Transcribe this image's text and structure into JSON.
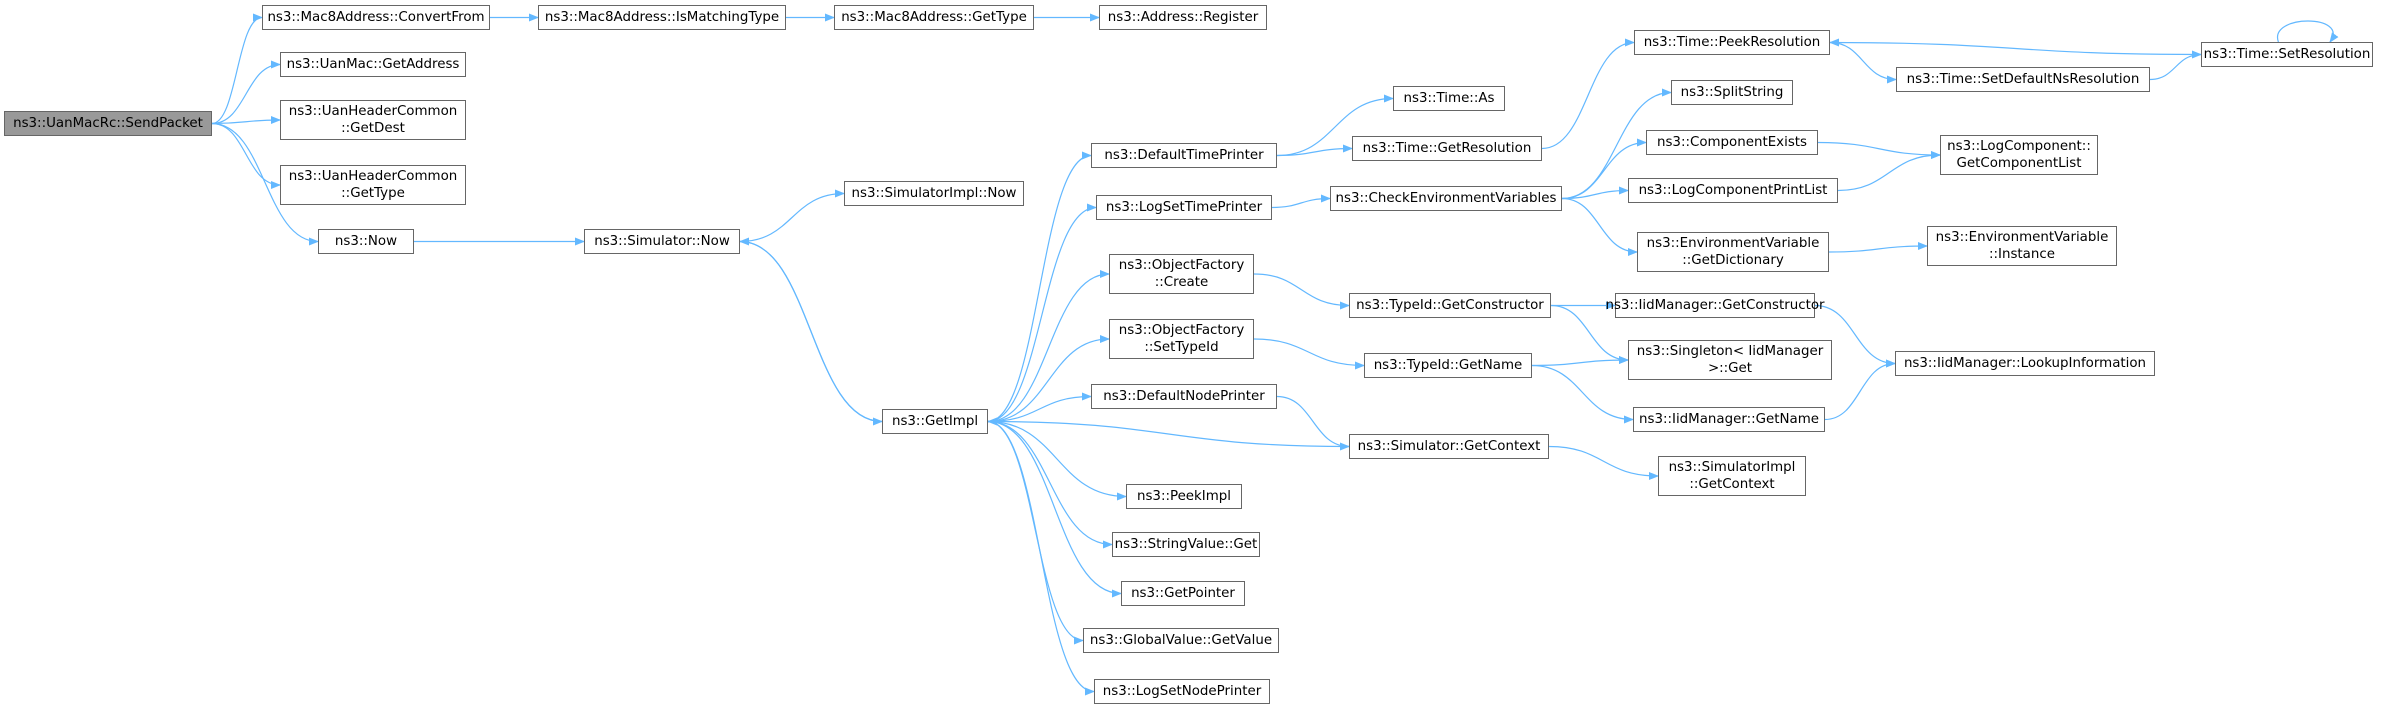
{
  "diagram": {
    "type": "call-graph",
    "root": "UanMacRc_SendPacket",
    "colors": {
      "edge": "#63b8ff",
      "root_fill": "#999999",
      "node_border": "#666666",
      "node_fill": "#ffffff"
    },
    "nodes": [
      {
        "id": "UanMacRc_SendPacket",
        "lines": [
          "ns3::UanMacRc::SendPacket"
        ],
        "root": true
      },
      {
        "id": "Mac8_ConvertFrom",
        "lines": [
          "ns3::Mac8Address::ConvertFrom"
        ]
      },
      {
        "id": "Mac8_IsMatchingType",
        "lines": [
          "ns3::Mac8Address::IsMatchingType"
        ]
      },
      {
        "id": "Mac8_GetType",
        "lines": [
          "ns3::Mac8Address::GetType"
        ]
      },
      {
        "id": "Address_Register",
        "lines": [
          "ns3::Address::Register"
        ]
      },
      {
        "id": "UanMac_GetAddress",
        "lines": [
          "ns3::UanMac::GetAddress"
        ]
      },
      {
        "id": "UanHdr_GetDest",
        "lines": [
          "ns3::UanHeaderCommon",
          "::GetDest"
        ]
      },
      {
        "id": "UanHdr_GetType",
        "lines": [
          "ns3::UanHeaderCommon",
          "::GetType"
        ]
      },
      {
        "id": "Now",
        "lines": [
          "ns3::Now"
        ]
      },
      {
        "id": "Simulator_Now",
        "lines": [
          "ns3::Simulator::Now"
        ]
      },
      {
        "id": "SimulatorImpl_Now",
        "lines": [
          "ns3::SimulatorImpl::Now"
        ]
      },
      {
        "id": "GetImpl",
        "lines": [
          "ns3::GetImpl"
        ]
      },
      {
        "id": "DefaultTimePrinter",
        "lines": [
          "ns3::DefaultTimePrinter"
        ]
      },
      {
        "id": "Time_As",
        "lines": [
          "ns3::Time::As"
        ]
      },
      {
        "id": "Time_GetResolution",
        "lines": [
          "ns3::Time::GetResolution"
        ]
      },
      {
        "id": "Time_PeekResolution",
        "lines": [
          "ns3::Time::PeekResolution"
        ]
      },
      {
        "id": "Time_SetDefaultNsResolution",
        "lines": [
          "ns3::Time::SetDefaultNsResolution"
        ]
      },
      {
        "id": "Time_SetResolution",
        "lines": [
          "ns3::Time::SetResolution"
        ]
      },
      {
        "id": "LogSetTimePrinter",
        "lines": [
          "ns3::LogSetTimePrinter"
        ]
      },
      {
        "id": "CheckEnvironmentVariables",
        "lines": [
          "ns3::CheckEnvironmentVariables"
        ]
      },
      {
        "id": "SplitString",
        "lines": [
          "ns3::SplitString"
        ]
      },
      {
        "id": "ComponentExists",
        "lines": [
          "ns3::ComponentExists"
        ]
      },
      {
        "id": "LogComponentPrintList",
        "lines": [
          "ns3::LogComponentPrintList"
        ]
      },
      {
        "id": "LogComponent_GetComponentList",
        "lines": [
          "ns3::LogComponent::",
          "GetComponentList"
        ]
      },
      {
        "id": "EnvVar_GetDictionary",
        "lines": [
          "ns3::EnvironmentVariable",
          "::GetDictionary"
        ]
      },
      {
        "id": "EnvVar_Instance",
        "lines": [
          "ns3::EnvironmentVariable",
          "::Instance"
        ]
      },
      {
        "id": "ObjectFactory_Create",
        "lines": [
          "ns3::ObjectFactory",
          "::Create"
        ]
      },
      {
        "id": "ObjectFactory_SetTypeId",
        "lines": [
          "ns3::ObjectFactory",
          "::SetTypeId"
        ]
      },
      {
        "id": "TypeId_GetConstructor",
        "lines": [
          "ns3::TypeId::GetConstructor"
        ]
      },
      {
        "id": "TypeId_GetName",
        "lines": [
          "ns3::TypeId::GetName"
        ]
      },
      {
        "id": "IidManager_GetConstructor",
        "lines": [
          "ns3::IidManager::GetConstructor"
        ]
      },
      {
        "id": "Singleton_Get",
        "lines": [
          "ns3::Singleton< IidManager",
          ">::Get"
        ]
      },
      {
        "id": "IidManager_GetName",
        "lines": [
          "ns3::IidManager::GetName"
        ]
      },
      {
        "id": "IidManager_LookupInformation",
        "lines": [
          "ns3::IidManager::LookupInformation"
        ]
      },
      {
        "id": "DefaultNodePrinter",
        "lines": [
          "ns3::DefaultNodePrinter"
        ]
      },
      {
        "id": "Simulator_GetContext",
        "lines": [
          "ns3::Simulator::GetContext"
        ]
      },
      {
        "id": "SimulatorImpl_GetContext",
        "lines": [
          "ns3::SimulatorImpl",
          "::GetContext"
        ]
      },
      {
        "id": "PeekImpl",
        "lines": [
          "ns3::PeekImpl"
        ]
      },
      {
        "id": "StringValue_Get",
        "lines": [
          "ns3::StringValue::Get"
        ]
      },
      {
        "id": "GetPointer",
        "lines": [
          "ns3::GetPointer"
        ]
      },
      {
        "id": "GlobalValue_GetValue",
        "lines": [
          "ns3::GlobalValue::GetValue"
        ]
      },
      {
        "id": "LogSetNodePrinter",
        "lines": [
          "ns3::LogSetNodePrinter"
        ]
      }
    ],
    "edges": [
      [
        "UanMacRc_SendPacket",
        "Mac8_ConvertFrom"
      ],
      [
        "UanMacRc_SendPacket",
        "UanMac_GetAddress"
      ],
      [
        "UanMacRc_SendPacket",
        "UanHdr_GetDest"
      ],
      [
        "UanMacRc_SendPacket",
        "UanHdr_GetType"
      ],
      [
        "UanMacRc_SendPacket",
        "Now"
      ],
      [
        "Mac8_ConvertFrom",
        "Mac8_IsMatchingType"
      ],
      [
        "Mac8_IsMatchingType",
        "Mac8_GetType"
      ],
      [
        "Mac8_GetType",
        "Address_Register"
      ],
      [
        "Now",
        "Simulator_Now"
      ],
      [
        "Simulator_Now",
        "SimulatorImpl_Now"
      ],
      [
        "Simulator_Now",
        "GetImpl"
      ],
      [
        "GetImpl",
        "Simulator_Now"
      ],
      [
        "GetImpl",
        "DefaultTimePrinter"
      ],
      [
        "GetImpl",
        "LogSetTimePrinter"
      ],
      [
        "GetImpl",
        "ObjectFactory_Create"
      ],
      [
        "GetImpl",
        "ObjectFactory_SetTypeId"
      ],
      [
        "GetImpl",
        "DefaultNodePrinter"
      ],
      [
        "GetImpl",
        "PeekImpl"
      ],
      [
        "GetImpl",
        "StringValue_Get"
      ],
      [
        "GetImpl",
        "GetPointer"
      ],
      [
        "GetImpl",
        "GlobalValue_GetValue"
      ],
      [
        "GetImpl",
        "LogSetNodePrinter"
      ],
      [
        "DefaultTimePrinter",
        "Time_As"
      ],
      [
        "DefaultTimePrinter",
        "Time_GetResolution"
      ],
      [
        "Time_GetResolution",
        "Time_PeekResolution"
      ],
      [
        "Time_PeekResolution",
        "Time_SetDefaultNsResolution"
      ],
      [
        "Time_SetDefaultNsResolution",
        "Time_SetResolution"
      ],
      [
        "Time_SetResolution",
        "Time_PeekResolution"
      ],
      [
        "Time_SetResolution",
        "Time_SetResolution"
      ],
      [
        "LogSetTimePrinter",
        "CheckEnvironmentVariables"
      ],
      [
        "CheckEnvironmentVariables",
        "SplitString"
      ],
      [
        "CheckEnvironmentVariables",
        "ComponentExists"
      ],
      [
        "CheckEnvironmentVariables",
        "LogComponentPrintList"
      ],
      [
        "CheckEnvironmentVariables",
        "EnvVar_GetDictionary"
      ],
      [
        "ComponentExists",
        "LogComponent_GetComponentList"
      ],
      [
        "LogComponentPrintList",
        "LogComponent_GetComponentList"
      ],
      [
        "EnvVar_GetDictionary",
        "EnvVar_Instance"
      ],
      [
        "ObjectFactory_Create",
        "TypeId_GetConstructor"
      ],
      [
        "TypeId_GetConstructor",
        "IidManager_GetConstructor"
      ],
      [
        "TypeId_GetConstructor",
        "Singleton_Get"
      ],
      [
        "IidManager_GetConstructor",
        "IidManager_LookupInformation"
      ],
      [
        "ObjectFactory_SetTypeId",
        "TypeId_GetName"
      ],
      [
        "TypeId_GetName",
        "Singleton_Get"
      ],
      [
        "TypeId_GetName",
        "IidManager_GetName"
      ],
      [
        "IidManager_GetName",
        "IidManager_LookupInformation"
      ],
      [
        "DefaultNodePrinter",
        "Simulator_GetContext"
      ],
      [
        "Simulator_GetContext",
        "GetImpl"
      ],
      [
        "Simulator_GetContext",
        "SimulatorImpl_GetContext"
      ]
    ]
  }
}
